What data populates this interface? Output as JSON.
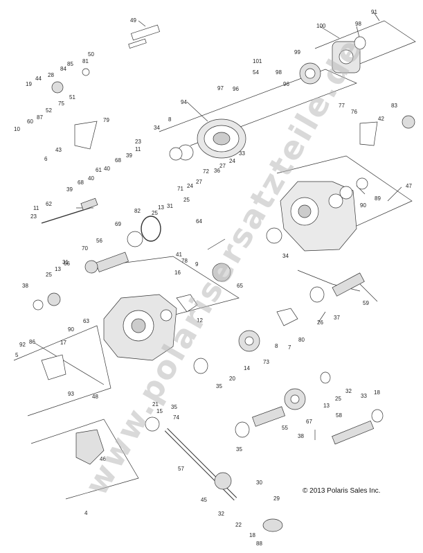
{
  "copyright": "© 2013 Polaris Sales Inc.",
  "watermark": "www.polarisersatzteile.de",
  "colors": {
    "line": "#333333",
    "fill": "#ffffff",
    "dark": "#555555",
    "watermark": "#b9b9b9"
  },
  "callouts": [
    {
      "id": "c1",
      "text": "49"
    },
    {
      "id": "c2",
      "text": "91"
    },
    {
      "id": "c3",
      "text": "100"
    },
    {
      "id": "c4",
      "text": "98"
    },
    {
      "id": "c5",
      "text": "99"
    },
    {
      "id": "c6",
      "text": "101"
    },
    {
      "id": "c7",
      "text": "54"
    },
    {
      "id": "c8",
      "text": "98"
    },
    {
      "id": "c9",
      "text": "96"
    },
    {
      "id": "c10",
      "text": "97"
    },
    {
      "id": "c11",
      "text": "96"
    },
    {
      "id": "c12",
      "text": "77"
    },
    {
      "id": "c13",
      "text": "50"
    },
    {
      "id": "c14",
      "text": "81"
    },
    {
      "id": "c15",
      "text": "85"
    },
    {
      "id": "c16",
      "text": "84"
    },
    {
      "id": "c17",
      "text": "28"
    },
    {
      "id": "c18",
      "text": "44"
    },
    {
      "id": "c19",
      "text": "19"
    },
    {
      "id": "c20",
      "text": "51"
    },
    {
      "id": "c21",
      "text": "75"
    },
    {
      "id": "c22",
      "text": "52"
    },
    {
      "id": "c23",
      "text": "87"
    },
    {
      "id": "c24",
      "text": "60"
    },
    {
      "id": "c25",
      "text": "10"
    },
    {
      "id": "c26",
      "text": "43"
    },
    {
      "id": "c27",
      "text": "79"
    },
    {
      "id": "c28",
      "text": "94"
    },
    {
      "id": "c29",
      "text": "76"
    },
    {
      "id": "c30",
      "text": "42"
    },
    {
      "id": "c31",
      "text": "83"
    },
    {
      "id": "c32",
      "text": "34"
    },
    {
      "id": "c33",
      "text": "8"
    },
    {
      "id": "c34",
      "text": "23"
    },
    {
      "id": "c35",
      "text": "11"
    },
    {
      "id": "c36",
      "text": "39"
    },
    {
      "id": "c37",
      "text": "68"
    },
    {
      "id": "c38",
      "text": "6"
    },
    {
      "id": "c39",
      "text": "40"
    },
    {
      "id": "c40",
      "text": "61"
    },
    {
      "id": "c41",
      "text": "40"
    },
    {
      "id": "c42",
      "text": "68"
    },
    {
      "id": "c43",
      "text": "39"
    },
    {
      "id": "c44",
      "text": "33"
    },
    {
      "id": "c45",
      "text": "24"
    },
    {
      "id": "c46",
      "text": "27"
    },
    {
      "id": "c47",
      "text": "36"
    },
    {
      "id": "c48",
      "text": "72"
    },
    {
      "id": "c49",
      "text": "71"
    },
    {
      "id": "c50",
      "text": "27"
    },
    {
      "id": "c51",
      "text": "24"
    },
    {
      "id": "c52",
      "text": "25"
    },
    {
      "id": "c53",
      "text": "31"
    },
    {
      "id": "c54",
      "text": "13"
    },
    {
      "id": "c55",
      "text": "25"
    },
    {
      "id": "c56",
      "text": "82"
    },
    {
      "id": "c57",
      "text": "89"
    },
    {
      "id": "c58",
      "text": "90"
    },
    {
      "id": "c59",
      "text": "47"
    },
    {
      "id": "c60",
      "text": "62"
    },
    {
      "id": "c61",
      "text": "11"
    },
    {
      "id": "c62",
      "text": "23"
    },
    {
      "id": "c63",
      "text": "69"
    },
    {
      "id": "c64",
      "text": "64"
    },
    {
      "id": "c65",
      "text": "41"
    },
    {
      "id": "c66",
      "text": "78"
    },
    {
      "id": "c67",
      "text": "9"
    },
    {
      "id": "c68",
      "text": "56"
    },
    {
      "id": "c69",
      "text": "70"
    },
    {
      "id": "c70",
      "text": "34"
    },
    {
      "id": "c71",
      "text": "65"
    },
    {
      "id": "c72",
      "text": "66"
    },
    {
      "id": "c73",
      "text": "25"
    },
    {
      "id": "c74",
      "text": "13"
    },
    {
      "id": "c75",
      "text": "31"
    },
    {
      "id": "c76",
      "text": "38"
    },
    {
      "id": "c77",
      "text": "16"
    },
    {
      "id": "c78",
      "text": "12"
    },
    {
      "id": "c79",
      "text": "59"
    },
    {
      "id": "c80",
      "text": "37"
    },
    {
      "id": "c81",
      "text": "26"
    },
    {
      "id": "c82",
      "text": "80"
    },
    {
      "id": "c83",
      "text": "90"
    },
    {
      "id": "c84",
      "text": "63"
    },
    {
      "id": "c85",
      "text": "17"
    },
    {
      "id": "c86",
      "text": "86"
    },
    {
      "id": "c87",
      "text": "92"
    },
    {
      "id": "c88",
      "text": "5"
    },
    {
      "id": "c89",
      "text": "93"
    },
    {
      "id": "c90",
      "text": "48"
    },
    {
      "id": "c91",
      "text": "7"
    },
    {
      "id": "c92",
      "text": "8"
    },
    {
      "id": "c93",
      "text": "73"
    },
    {
      "id": "c94",
      "text": "14"
    },
    {
      "id": "c95",
      "text": "20"
    },
    {
      "id": "c96",
      "text": "35"
    },
    {
      "id": "c97",
      "text": "32"
    },
    {
      "id": "c98",
      "text": "25"
    },
    {
      "id": "c99",
      "text": "13"
    },
    {
      "id": "c100",
      "text": "33"
    },
    {
      "id": "c101",
      "text": "18"
    },
    {
      "id": "c102",
      "text": "67"
    },
    {
      "id": "c103",
      "text": "55"
    },
    {
      "id": "c104",
      "text": "58"
    },
    {
      "id": "c105",
      "text": "35"
    },
    {
      "id": "c106",
      "text": "38"
    },
    {
      "id": "c107",
      "text": "21"
    },
    {
      "id": "c108",
      "text": "35"
    },
    {
      "id": "c109",
      "text": "15"
    },
    {
      "id": "c110",
      "text": "74"
    },
    {
      "id": "c111",
      "text": "46"
    },
    {
      "id": "c112",
      "text": "57"
    },
    {
      "id": "c113",
      "text": "30"
    },
    {
      "id": "c114",
      "text": "29"
    },
    {
      "id": "c115",
      "text": "45"
    },
    {
      "id": "c116",
      "text": "32"
    },
    {
      "id": "c117",
      "text": "22"
    },
    {
      "id": "c118",
      "text": "18"
    },
    {
      "id": "c119",
      "text": "88"
    },
    {
      "id": "c120",
      "text": "4"
    }
  ]
}
